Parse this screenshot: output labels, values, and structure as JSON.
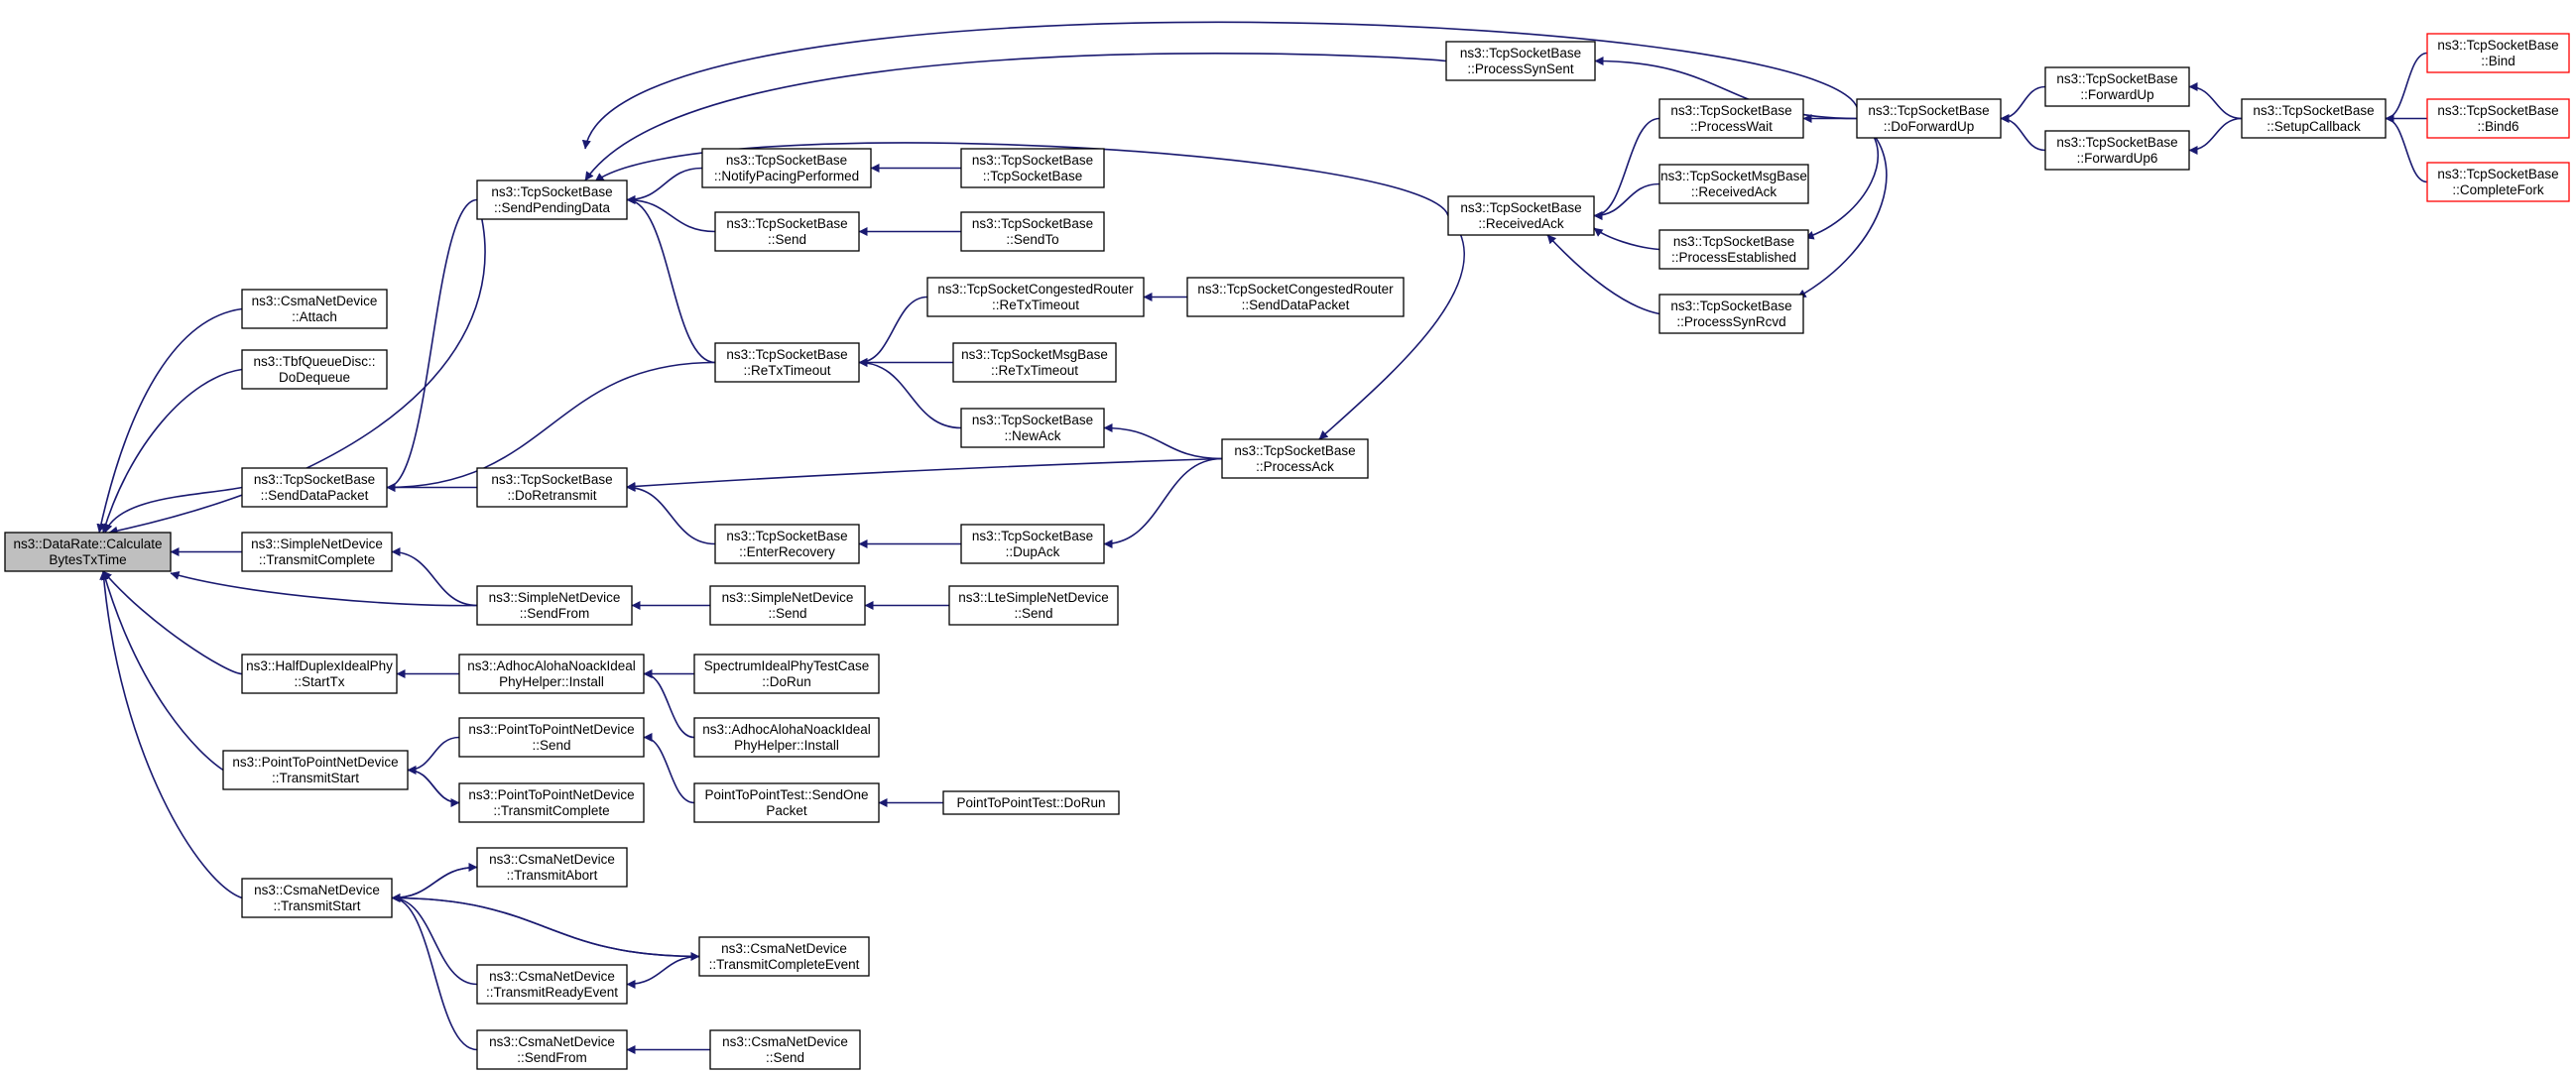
{
  "nodes": [
    {
      "id": "root",
      "lines": [
        "ns3::DataRate::Calculate",
        "BytesTxTime"
      ],
      "root": true
    },
    {
      "id": "csma_attach",
      "lines": [
        "ns3::CsmaNetDevice",
        "::Attach"
      ]
    },
    {
      "id": "tbf",
      "lines": [
        "ns3::TbfQueueDisc::",
        "DoDequeue"
      ]
    },
    {
      "id": "tcp_senddata",
      "lines": [
        "ns3::TcpSocketBase",
        "::SendDataPacket"
      ]
    },
    {
      "id": "simple_txc",
      "lines": [
        "ns3::SimpleNetDevice",
        "::TransmitComplete"
      ]
    },
    {
      "id": "halfduplex",
      "lines": [
        "ns3::HalfDuplexIdealPhy",
        "::StartTx"
      ]
    },
    {
      "id": "p2p_txstart",
      "lines": [
        "ns3::PointToPointNetDevice",
        "::TransmitStart"
      ]
    },
    {
      "id": "csma_txstart",
      "lines": [
        "ns3::CsmaNetDevice",
        "::TransmitStart"
      ]
    },
    {
      "id": "tcp_sendpending",
      "lines": [
        "ns3::TcpSocketBase",
        "::SendPendingData"
      ]
    },
    {
      "id": "tcp_doretransmit",
      "lines": [
        "ns3::TcpSocketBase",
        "::DoRetransmit"
      ]
    },
    {
      "id": "simple_sendfrom",
      "lines": [
        "ns3::SimpleNetDevice",
        "::SendFrom"
      ]
    },
    {
      "id": "adhoc_install",
      "lines": [
        "ns3::AdhocAlohaNoackIdeal",
        "PhyHelper::Install"
      ]
    },
    {
      "id": "p2p_send",
      "lines": [
        "ns3::PointToPointNetDevice",
        "::Send"
      ]
    },
    {
      "id": "p2p_txcomplete",
      "lines": [
        "ns3::PointToPointNetDevice",
        "::TransmitComplete"
      ]
    },
    {
      "id": "csma_txabort",
      "lines": [
        "ns3::CsmaNetDevice",
        "::TransmitAbort"
      ]
    },
    {
      "id": "csma_txready",
      "lines": [
        "ns3::CsmaNetDevice",
        "::TransmitReadyEvent"
      ]
    },
    {
      "id": "csma_sendfrom",
      "lines": [
        "ns3::CsmaNetDevice",
        "::SendFrom"
      ]
    },
    {
      "id": "tcp_notifypacing",
      "lines": [
        "ns3::TcpSocketBase",
        "::NotifyPacingPerformed"
      ]
    },
    {
      "id": "tcp_send",
      "lines": [
        "ns3::TcpSocketBase",
        "::Send"
      ]
    },
    {
      "id": "tcp_retx",
      "lines": [
        "ns3::TcpSocketBase",
        "::ReTxTimeout"
      ]
    },
    {
      "id": "tcp_enterrecovery",
      "lines": [
        "ns3::TcpSocketBase",
        "::EnterRecovery"
      ]
    },
    {
      "id": "simple_send",
      "lines": [
        "ns3::SimpleNetDevice",
        "::Send"
      ]
    },
    {
      "id": "spectrum_dorun",
      "lines": [
        "SpectrumIdealPhyTestCase",
        "::DoRun"
      ]
    },
    {
      "id": "adhoc_install2",
      "lines": [
        "ns3::AdhocAlohaNoackIdeal",
        "PhyHelper::Install"
      ]
    },
    {
      "id": "p2ptest_sendone",
      "lines": [
        "PointToPointTest::SendOne",
        "Packet"
      ]
    },
    {
      "id": "csma_txcompleteevent",
      "lines": [
        "ns3::CsmaNetDevice",
        "::TransmitCompleteEvent"
      ]
    },
    {
      "id": "csma_send",
      "lines": [
        "ns3::CsmaNetDevice",
        "::Send"
      ]
    },
    {
      "id": "tcp_ctor",
      "lines": [
        "ns3::TcpSocketBase",
        "::TcpSocketBase"
      ]
    },
    {
      "id": "tcp_sendto",
      "lines": [
        "ns3::TcpSocketBase",
        "::SendTo"
      ]
    },
    {
      "id": "congested_retx",
      "lines": [
        "ns3::TcpSocketCongestedRouter",
        "::ReTxTimeout"
      ]
    },
    {
      "id": "msgbase_retx",
      "lines": [
        "ns3::TcpSocketMsgBase",
        "::ReTxTimeout"
      ]
    },
    {
      "id": "tcp_newack",
      "lines": [
        "ns3::TcpSocketBase",
        "::NewAck"
      ]
    },
    {
      "id": "tcp_dupack",
      "lines": [
        "ns3::TcpSocketBase",
        "::DupAck"
      ]
    },
    {
      "id": "lte_send",
      "lines": [
        "ns3::LteSimpleNetDevice",
        "::Send"
      ]
    },
    {
      "id": "p2ptest_dorun",
      "lines": [
        "PointToPointTest::DoRun"
      ]
    },
    {
      "id": "congested_senddata",
      "lines": [
        "ns3::TcpSocketCongestedRouter",
        "::SendDataPacket"
      ]
    },
    {
      "id": "tcp_processack",
      "lines": [
        "ns3::TcpSocketBase",
        "::ProcessAck"
      ]
    },
    {
      "id": "tcp_processsynsent",
      "lines": [
        "ns3::TcpSocketBase",
        "::ProcessSynSent"
      ]
    },
    {
      "id": "tcp_receivedack",
      "lines": [
        "ns3::TcpSocketBase",
        "::ReceivedAck"
      ]
    },
    {
      "id": "tcp_processwait",
      "lines": [
        "ns3::TcpSocketBase",
        "::ProcessWait"
      ]
    },
    {
      "id": "msgbase_receivedack",
      "lines": [
        "ns3::TcpSocketMsgBase",
        "::ReceivedAck"
      ]
    },
    {
      "id": "tcp_processestablished",
      "lines": [
        "ns3::TcpSocketBase",
        "::ProcessEstablished"
      ]
    },
    {
      "id": "tcp_processsynrcvd",
      "lines": [
        "ns3::TcpSocketBase",
        "::ProcessSynRcvd"
      ]
    },
    {
      "id": "tcp_doforwardup",
      "lines": [
        "ns3::TcpSocketBase",
        "::DoForwardUp"
      ]
    },
    {
      "id": "tcp_forwardup",
      "lines": [
        "ns3::TcpSocketBase",
        "::ForwardUp"
      ]
    },
    {
      "id": "tcp_forwardup6",
      "lines": [
        "ns3::TcpSocketBase",
        "::ForwardUp6"
      ]
    },
    {
      "id": "tcp_setupcallback",
      "lines": [
        "ns3::TcpSocketBase",
        "::SetupCallback"
      ]
    },
    {
      "id": "tcp_bind",
      "lines": [
        "ns3::TcpSocketBase",
        "::Bind"
      ],
      "truncated": true
    },
    {
      "id": "tcp_bind6",
      "lines": [
        "ns3::TcpSocketBase",
        "::Bind6"
      ],
      "truncated": true
    },
    {
      "id": "tcp_completefork",
      "lines": [
        "ns3::TcpSocketBase",
        "::CompleteFork"
      ],
      "truncated": true
    }
  ],
  "edges": [
    [
      "csma_attach",
      "root"
    ],
    [
      "tbf",
      "root"
    ],
    [
      "tcp_senddata",
      "root"
    ],
    [
      "simple_txc",
      "root"
    ],
    [
      "halfduplex",
      "root"
    ],
    [
      "p2p_txstart",
      "root"
    ],
    [
      "csma_txstart",
      "root"
    ],
    [
      "tcp_sendpending",
      "root"
    ],
    [
      "simple_sendfrom",
      "root"
    ],
    [
      "tcp_sendpending",
      "tcp_senddata"
    ],
    [
      "tcp_doretransmit",
      "tcp_senddata"
    ],
    [
      "tcp_retx",
      "tcp_senddata"
    ],
    [
      "simple_sendfrom",
      "simple_txc"
    ],
    [
      "adhoc_install",
      "halfduplex"
    ],
    [
      "p2p_send",
      "p2p_txstart"
    ],
    [
      "p2p_txcomplete",
      "p2p_txstart"
    ],
    [
      "p2p_txstart",
      "p2p_txcomplete"
    ],
    [
      "csma_txabort",
      "csma_txstart"
    ],
    [
      "csma_txstart",
      "csma_txabort"
    ],
    [
      "csma_txready",
      "csma_txstart"
    ],
    [
      "csma_sendfrom",
      "csma_txstart"
    ],
    [
      "csma_txcompleteevent",
      "csma_txstart"
    ],
    [
      "csma_txstart",
      "csma_txcompleteevent"
    ],
    [
      "csma_txcompleteevent",
      "csma_txready"
    ],
    [
      "csma_send",
      "csma_sendfrom"
    ],
    [
      "tcp_notifypacing",
      "tcp_sendpending"
    ],
    [
      "tcp_send",
      "tcp_sendpending"
    ],
    [
      "tcp_retx",
      "tcp_sendpending"
    ],
    [
      "tcp_processsynsent",
      "tcp_sendpending"
    ],
    [
      "tcp_receivedack",
      "tcp_sendpending"
    ],
    [
      "tcp_doforwardup",
      "tcp_sendpending"
    ],
    [
      "tcp_ctor",
      "tcp_notifypacing"
    ],
    [
      "tcp_sendto",
      "tcp_send"
    ],
    [
      "congested_retx",
      "tcp_retx"
    ],
    [
      "msgbase_retx",
      "tcp_retx"
    ],
    [
      "tcp_newack",
      "tcp_retx"
    ],
    [
      "congested_senddata",
      "congested_retx"
    ],
    [
      "tcp_enterrecovery",
      "tcp_doretransmit"
    ],
    [
      "tcp_processack",
      "tcp_doretransmit"
    ],
    [
      "tcp_dupack",
      "tcp_enterrecovery"
    ],
    [
      "tcp_processack",
      "tcp_dupack"
    ],
    [
      "tcp_processack",
      "tcp_newack"
    ],
    [
      "simple_send",
      "simple_sendfrom"
    ],
    [
      "lte_send",
      "simple_send"
    ],
    [
      "spectrum_dorun",
      "adhoc_install"
    ],
    [
      "adhoc_install2",
      "adhoc_install"
    ],
    [
      "p2ptest_sendone",
      "p2p_send"
    ],
    [
      "p2ptest_dorun",
      "p2ptest_sendone"
    ],
    [
      "tcp_receivedack",
      "tcp_processack"
    ],
    [
      "tcp_processwait",
      "tcp_receivedack"
    ],
    [
      "msgbase_receivedack",
      "tcp_receivedack"
    ],
    [
      "tcp_processestablished",
      "tcp_receivedack"
    ],
    [
      "tcp_processsynrcvd",
      "tcp_receivedack"
    ],
    [
      "tcp_doforwardup",
      "tcp_processsynsent"
    ],
    [
      "tcp_doforwardup",
      "tcp_processwait"
    ],
    [
      "tcp_doforwardup",
      "tcp_processestablished"
    ],
    [
      "tcp_doforwardup",
      "tcp_processsynrcvd"
    ],
    [
      "tcp_forwardup",
      "tcp_doforwardup"
    ],
    [
      "tcp_forwardup6",
      "tcp_doforwardup"
    ],
    [
      "tcp_setupcallback",
      "tcp_forwardup"
    ],
    [
      "tcp_setupcallback",
      "tcp_forwardup6"
    ],
    [
      "tcp_bind",
      "tcp_setupcallback"
    ],
    [
      "tcp_bind6",
      "tcp_setupcallback"
    ],
    [
      "tcp_completefork",
      "tcp_setupcallback"
    ]
  ],
  "colors": {
    "edge": "#191970",
    "root_fill": "#bfbfbf",
    "truncated_border": "#ff0000",
    "border": "#000000"
  }
}
